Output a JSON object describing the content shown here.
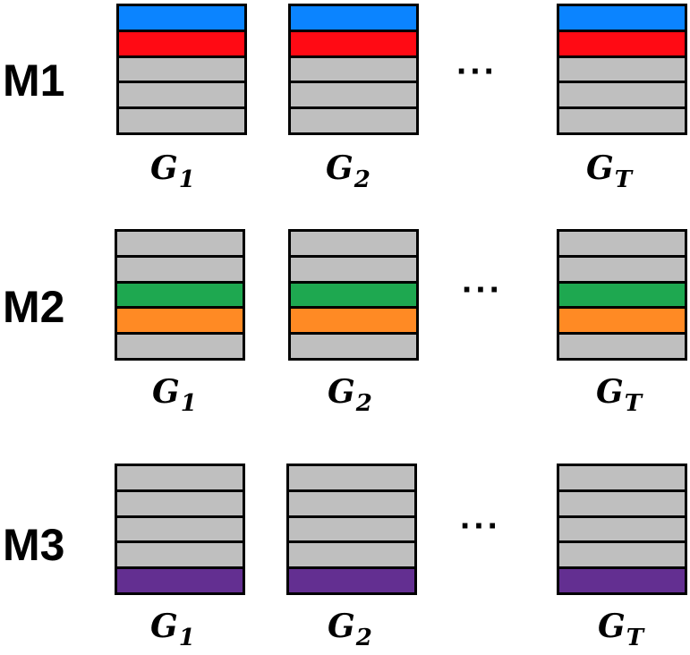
{
  "colors": {
    "gray": "#bfbfbf",
    "blue": "#0b84ff",
    "red": "#ff0a14",
    "green": "#1ea850",
    "orange": "#ff8a24",
    "purple": "#632f91"
  },
  "rows": [
    {
      "label": "M1",
      "ellipsis": "···",
      "layers": [
        "blue",
        "red",
        "gray",
        "gray",
        "gray"
      ],
      "groups": [
        {
          "base": "G",
          "sub": "1"
        },
        {
          "base": "G",
          "sub": "2"
        },
        {
          "base": "G",
          "sub": "T"
        }
      ]
    },
    {
      "label": "M2",
      "ellipsis": "···",
      "layers": [
        "gray",
        "gray",
        "green",
        "orange",
        "gray"
      ],
      "groups": [
        {
          "base": "G",
          "sub": "1"
        },
        {
          "base": "G",
          "sub": "2"
        },
        {
          "base": "G",
          "sub": "T"
        }
      ]
    },
    {
      "label": "M3",
      "ellipsis": "···",
      "layers": [
        "gray",
        "gray",
        "gray",
        "gray",
        "purple"
      ],
      "groups": [
        {
          "base": "G",
          "sub": "1"
        },
        {
          "base": "G",
          "sub": "2"
        },
        {
          "base": "G",
          "sub": "T"
        }
      ]
    }
  ]
}
